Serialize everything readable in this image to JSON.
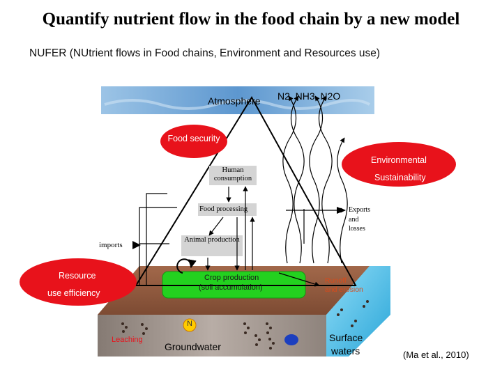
{
  "title": "Quantify nutrient flow in the food chain by a new model",
  "subtitle": "NUFER  (NUtrient flows in Food chains, Environment and Resources use)",
  "atmosphere": {
    "label": "Atmosphere",
    "gases": "N2, NH3, N2O"
  },
  "goals": {
    "food_security": "Food security",
    "environmental_1": "Environmental",
    "environmental_2": "Sustainability",
    "resource_1": "Resource",
    "resource_2": "use efficiency"
  },
  "stages": {
    "human_consumption": "Human consumption",
    "food_processing": "Food processing",
    "animal_production": "Animal production",
    "crop_production_1": "Crop production",
    "crop_production_2": "(soil accumulation)"
  },
  "flows": {
    "imports": "imports",
    "exports_1": "Exports",
    "exports_2": "and",
    "exports_3": "losses",
    "runoff_1": "Runoff",
    "runoff_2": "and erosion",
    "n_marker": "N",
    "leaching": "Leaching"
  },
  "water": {
    "groundwater": "Groundwater",
    "surface_1": "Surface",
    "surface_2": "waters"
  },
  "citation": "(Ma et al., 2010)",
  "colors": {
    "sky_blue": "#6fa8d8",
    "goal_red": "#e8121b",
    "crop_green": "#23d11f",
    "soil_brown": "#8a5a3e",
    "water_cyan": "#5ac8f0"
  }
}
